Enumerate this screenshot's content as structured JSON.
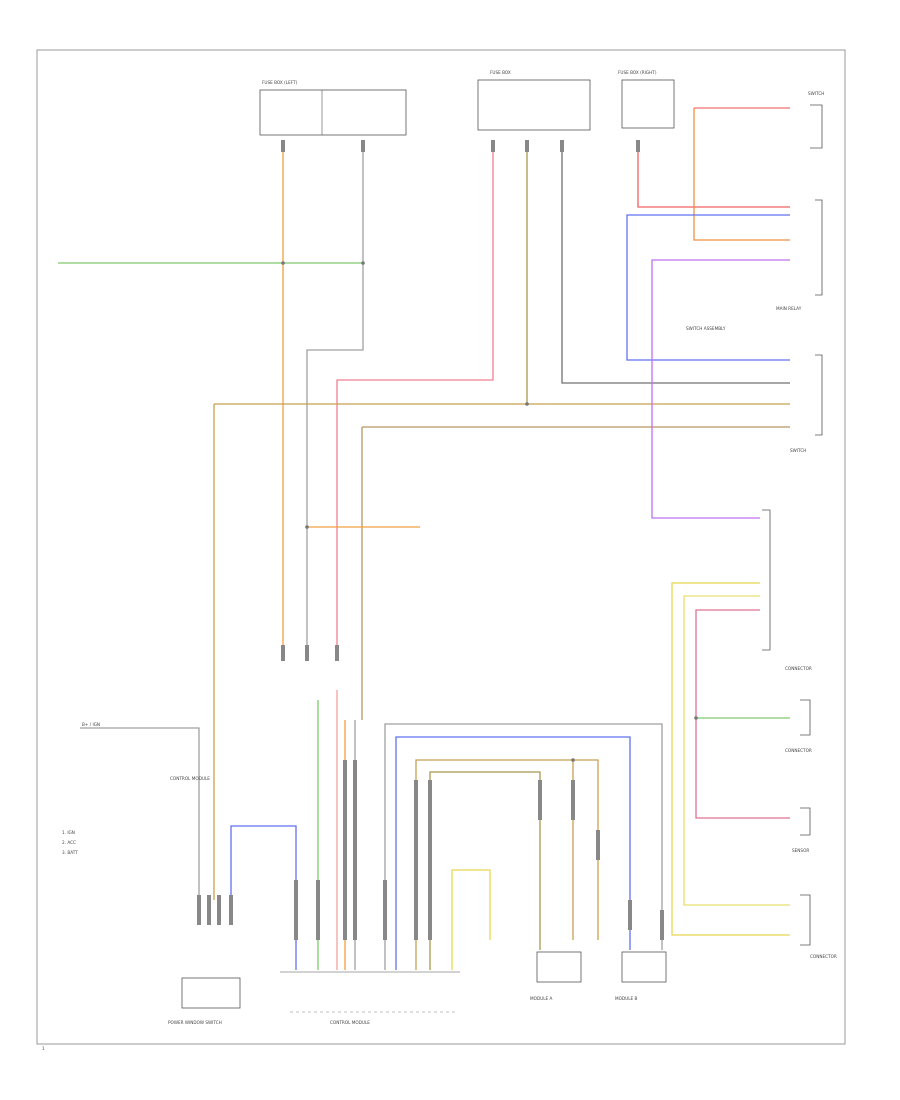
{
  "diagram": {
    "components": [
      {
        "id": "fuse-box-left",
        "label": "FUSE BOX (LEFT)"
      },
      {
        "id": "fuse-box-center",
        "label": "FUSE BOX"
      },
      {
        "id": "fuse-box-right",
        "label": "FUSE BOX (RIGHT)"
      },
      {
        "id": "left-power-switch",
        "label": "POWER WINDOW SWITCH"
      },
      {
        "id": "main-relay",
        "label": "MAIN RELAY"
      },
      {
        "id": "upper-switch",
        "label": "SWITCH"
      },
      {
        "id": "lower-switch",
        "label": "SWITCH"
      },
      {
        "id": "switch-assembly",
        "label": "SWITCH ASSEMBLY"
      },
      {
        "id": "connector-top",
        "label": "CONNECTOR"
      },
      {
        "id": "connector-bottom",
        "label": "CONNECTOR"
      },
      {
        "id": "rear-right-sensor",
        "label": "SENSOR"
      },
      {
        "id": "left-module",
        "label": "CONTROL MODULE"
      },
      {
        "id": "center-module",
        "label": "CONTROL MODULE"
      },
      {
        "id": "module-a",
        "label": "MODULE A"
      },
      {
        "id": "module-b",
        "label": "MODULE B"
      },
      {
        "id": "small-connector",
        "label": "CONNECTOR"
      }
    ],
    "legend": [
      "1. IGN",
      "2. ACC",
      "3. BATT"
    ],
    "note": "B+ / IGN",
    "page_number": "1"
  }
}
